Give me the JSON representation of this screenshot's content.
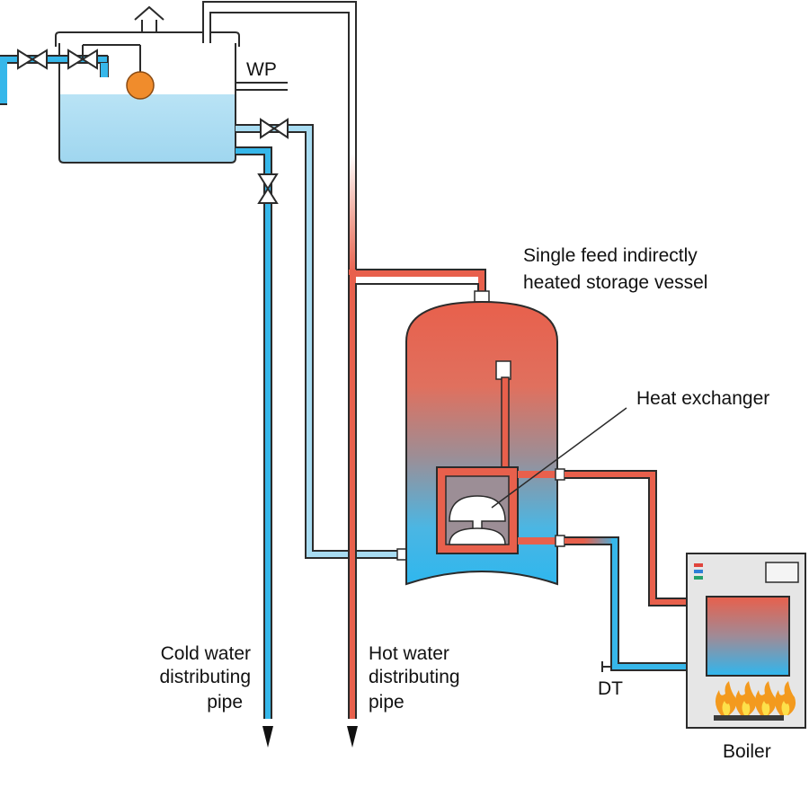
{
  "labels": {
    "wp": "WP",
    "vessel_line1": "Single feed indirectly",
    "vessel_line2": "heated storage vessel",
    "heat_exchanger": "Heat exchanger",
    "cold_line1": "Cold water",
    "cold_line2": "distributing",
    "cold_line3": "pipe",
    "hot_line1": "Hot water",
    "hot_line2": "distributing",
    "hot_line3": "pipe",
    "dt": "DT",
    "boiler": "Boiler"
  },
  "colors": {
    "hot": "#e8604c",
    "cold": "#36b7ea",
    "cold_light": "#a8dcf2",
    "outline": "#2b2b2b",
    "float_ball": "#f08c2c",
    "boiler_body": "#e6e6e6",
    "flame_orange": "#f39a1e",
    "flame_yellow": "#fde04a"
  },
  "icons": [
    "gate-valve-icon",
    "float-valve-icon",
    "vent-icon",
    "flame-icon",
    "arrow-down-icon"
  ]
}
